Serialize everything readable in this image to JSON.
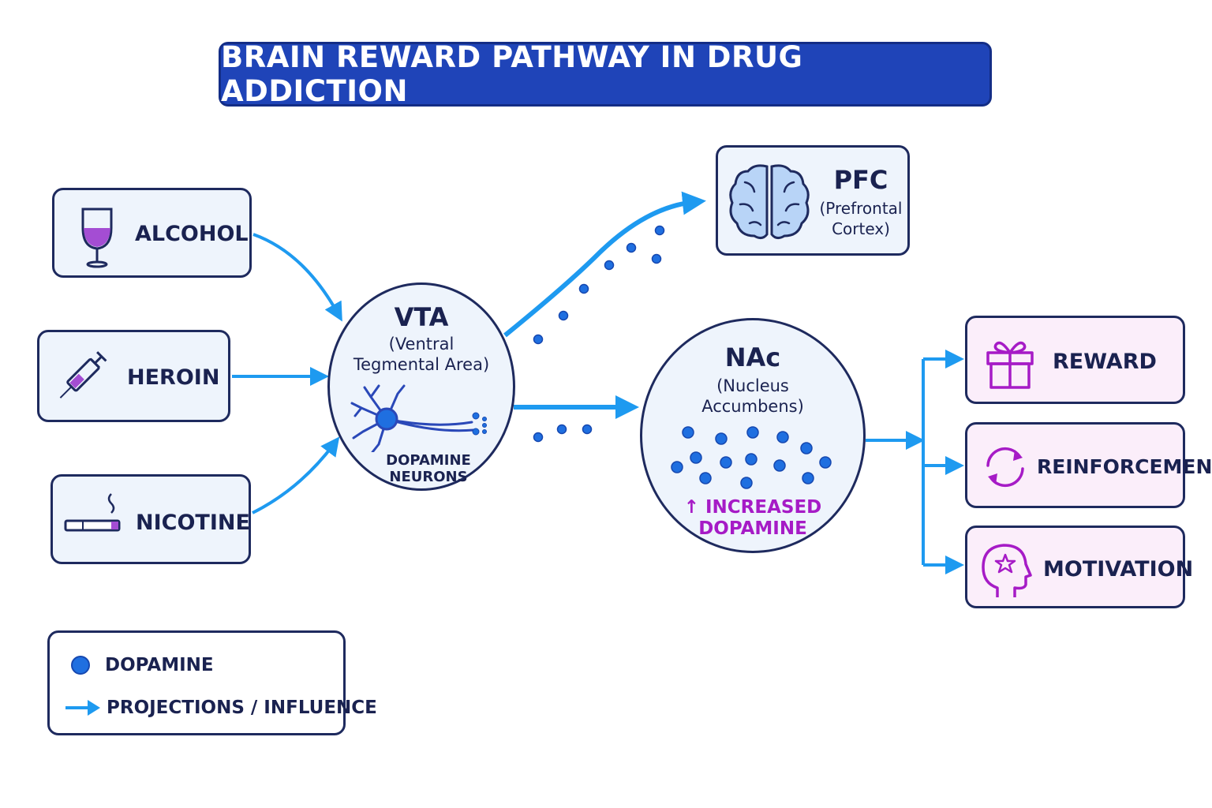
{
  "title": "BRAIN REWARD PATHWAY IN DRUG ADDICTION",
  "drugs": [
    {
      "label": "ALCOHOL",
      "icon": "wine-glass-icon"
    },
    {
      "label": "HEROIN",
      "icon": "syringe-icon"
    },
    {
      "label": "NICOTINE",
      "icon": "cigarette-icon"
    }
  ],
  "vta": {
    "abbr": "VTA",
    "name_line1": "(Ventral",
    "name_line2": "Tegmental Area)",
    "neuron_line1": "DOPAMINE",
    "neuron_line2": "NEURONS"
  },
  "pfc": {
    "abbr": "PFC",
    "name_line1": "(Prefrontal",
    "name_line2": "Cortex)"
  },
  "nac": {
    "abbr": "NAc",
    "name_line1": "(Nucleus",
    "name_line2": "Accumbens)",
    "effect_line1": "↑ INCREASED",
    "effect_line2": "DOPAMINE"
  },
  "outcomes": [
    {
      "label": "REWARD",
      "icon": "gift-icon"
    },
    {
      "label": "REINFORCEMENT",
      "icon": "cycle-arrows-icon"
    },
    {
      "label": "MOTIVATION",
      "icon": "head-star-icon"
    }
  ],
  "legend": {
    "dopamine": "DOPAMINE",
    "projections": "PROJECTIONS / INFLUENCE"
  },
  "colors": {
    "title_bg": "#1f44b8",
    "arrow": "#1e9af0",
    "dopamine": "#1f6fe0",
    "accent_purple": "#a61bc6",
    "outline": "#1e2a5e"
  }
}
